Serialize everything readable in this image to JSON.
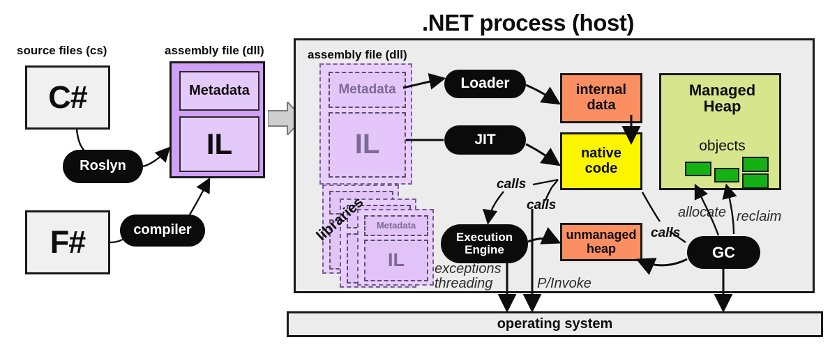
{
  "title": ".NET process (host)",
  "left": {
    "source_files_label": "source files (cs)",
    "assembly_label": "assembly file (dll)",
    "source_boxes": [
      {
        "name": "csharp",
        "label": "C#"
      },
      {
        "name": "fsharp",
        "label": "F#"
      }
    ],
    "compilers": [
      {
        "name": "roslyn",
        "label": "Roslyn"
      },
      {
        "name": "compiler",
        "label": "compiler"
      }
    ],
    "assembly": {
      "metadata_label": "Metadata",
      "il_label": "IL"
    }
  },
  "process": {
    "assembly_label": "assembly file (dll)",
    "assembly": {
      "metadata_label": "Metadata",
      "il_label": "IL"
    },
    "libraries_label": "libraries",
    "library_assemblies": [
      {
        "metadata_label": "Metadata",
        "il_label": "IL"
      },
      {
        "metadata_label": "Metadata",
        "il_label": "IL"
      },
      {
        "metadata_label": "Metadata",
        "il_label": "IL"
      }
    ],
    "pills": [
      {
        "name": "loader",
        "label": "Loader"
      },
      {
        "name": "jit",
        "label": "JIT"
      },
      {
        "name": "execution-engine",
        "label": "Execution\nEngine"
      },
      {
        "name": "gc",
        "label": "GC"
      }
    ],
    "blocks": [
      {
        "name": "internal-data",
        "label": "internal\ndata",
        "color": "#fb8f62"
      },
      {
        "name": "native-code",
        "label": "native\ncode",
        "color": "#fbf500"
      },
      {
        "name": "unmanaged-heap",
        "label": "unmanaged\nheap",
        "color": "#fb8f62"
      }
    ],
    "managed_heap": {
      "title": "Managed\nHeap",
      "objects_label": "objects",
      "object_color": "#14b014",
      "object_count": 4
    },
    "edge_labels": {
      "calls_ee": "calls",
      "calls_pinvoke": "calls",
      "calls_gc": "calls",
      "allocate": "allocate",
      "reclaim": "reclaim",
      "exceptions": "exceptions",
      "threading": "threading",
      "pinvoke": "P/Invoke"
    }
  },
  "operating_system": {
    "label": "operating system"
  },
  "colors": {
    "frame_bg": "#ececec",
    "assembly_outer": "#cfa0f5",
    "assembly_inner": "#e4c9fb",
    "orange": "#fb8f62",
    "yellow": "#fbf500",
    "heap_green": "#d7e58d",
    "object_green": "#14b014",
    "pill_black": "#0b0b0b",
    "ink": "#0d0d0d"
  }
}
